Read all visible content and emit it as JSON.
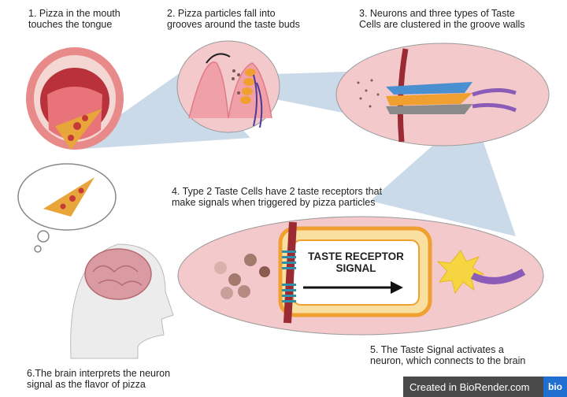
{
  "steps": {
    "s1": "1. Pizza in the mouth\ntouches the tongue",
    "s2": "2. Pizza particles fall into\ngrooves around the taste buds",
    "s3": "3. Neurons and three types of Taste\nCells are clustered in the groove walls",
    "s4": "4. Type 2 Taste Cells have 2 taste receptors that\nmake signals when triggered by pizza particles",
    "s5": "5. The Taste Signal activates a\nneuron, which connects to the brain",
    "s6": "6.The brain interprets the neuron\nsignal as the flavor of pizza"
  },
  "signal_label": "TASTE RECEPTOR\nSIGNAL",
  "attribution": {
    "text": "Created in BioRender.com",
    "logo": "bio"
  },
  "colors": {
    "pink_bg": "#f4c9cc",
    "cell_orange": "#f0a030",
    "cell_blue": "#4a8fd0",
    "neuron_purple": "#8a5cb8",
    "burst_yellow": "#f5d640",
    "vessel_red": "#9b2a32"
  }
}
